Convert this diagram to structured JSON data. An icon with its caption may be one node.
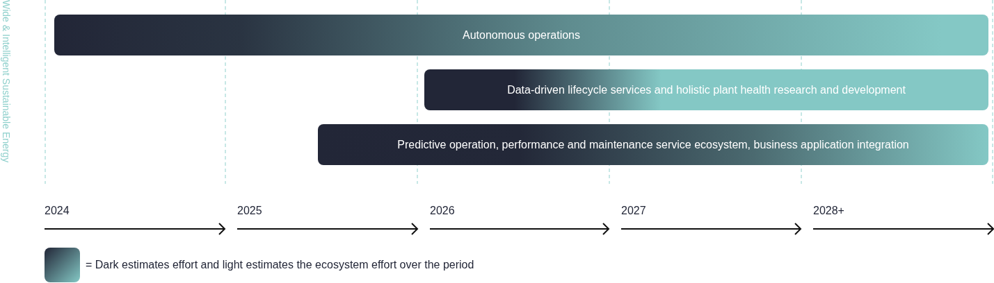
{
  "diagram": {
    "nodes": [
      {
        "text": [
          "Autonomous operations"
        ]
      },
      {
        "text": [
          "Data-driven lifecycle services and holistic plant health research and development"
        ]
      },
      {
        "text": [
          "Predictive operation, performance and maintenance service ecosystem, business application integration"
        ]
      }
    ],
    "labels": [
      "Wide & Intelligent Sustainable Energy",
      "2024",
      "2025",
      "2026",
      "2027",
      "2028+"
    ],
    "legend": [
      {
        "text": "= Dark estimates effort and light estimates the ecosystem effort over the period"
      }
    ]
  }
}
